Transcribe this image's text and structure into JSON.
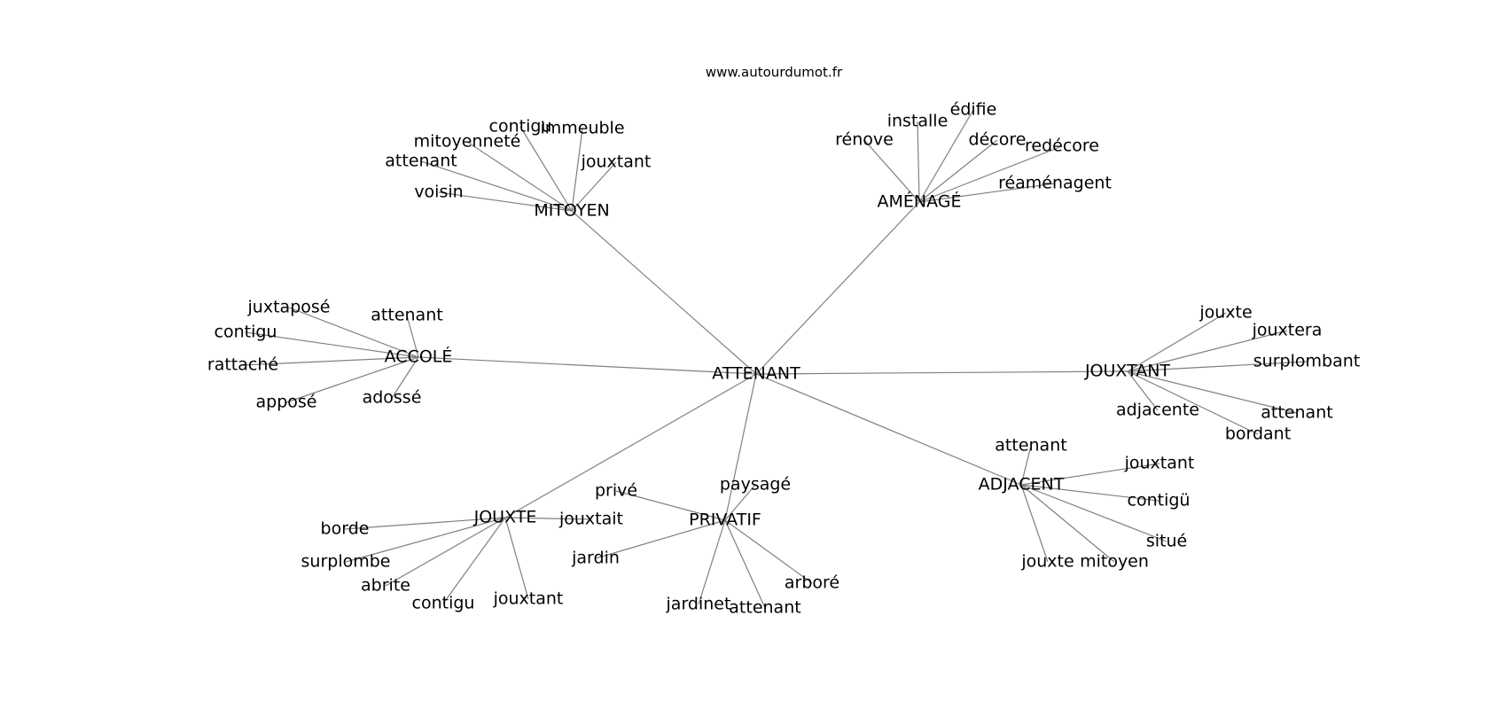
{
  "watermark": "www.autourdumot.fr",
  "root": "ATTENANT",
  "clusters": [
    {
      "hub": "MITOYEN",
      "leaves": [
        "contigu",
        "immeuble",
        "mitoyenneté",
        "jouxtant",
        "attenant",
        "voisin"
      ]
    },
    {
      "hub": "AMÉNAGÉ",
      "leaves": [
        "édifie",
        "installe",
        "rénove",
        "décore",
        "redécore",
        "réaménagent"
      ]
    },
    {
      "hub": "ACCOLÉ",
      "leaves": [
        "juxtaposé",
        "attenant",
        "contigu",
        "rattaché",
        "apposé",
        "adossé"
      ]
    },
    {
      "hub": "JOUXTANT",
      "leaves": [
        "jouxte",
        "jouxtera",
        "surplombant",
        "adjacente",
        "attenant",
        "bordant"
      ]
    },
    {
      "hub": "ADJACENT",
      "leaves": [
        "attenant",
        "jouxtant",
        "contigü",
        "situé",
        "jouxte",
        "mitoyen"
      ]
    },
    {
      "hub": "PRIVATIF",
      "leaves": [
        "paysagé",
        "privé",
        "jardin",
        "arboré",
        "jardinet",
        "attenant"
      ]
    },
    {
      "hub": "JOUXTE",
      "leaves": [
        "borde",
        "jouxtait",
        "surplombe",
        "abrite",
        "contigu",
        "jouxtant"
      ]
    }
  ]
}
